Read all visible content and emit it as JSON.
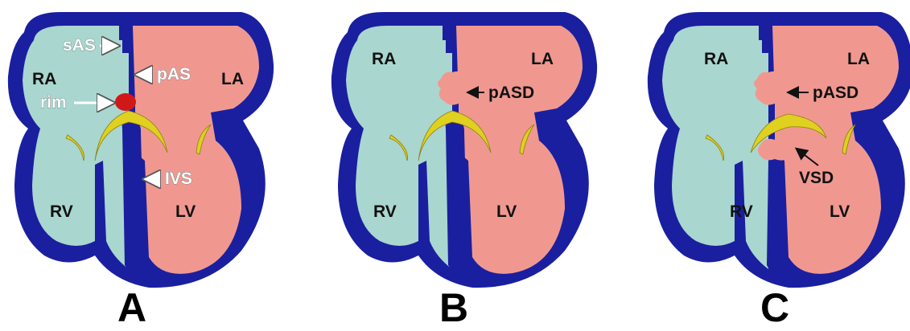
{
  "colors": {
    "myocardium": "#1a1fa0",
    "right_heart": "#a9d6cf",
    "left_heart": "#f09890",
    "valve": "#e0d020",
    "rim": "#d01818"
  },
  "panels": [
    {
      "letter": "A",
      "labels": {
        "ra": "RA",
        "la": "LA",
        "rv": "RV",
        "lv": "LV",
        "sas": "sAS",
        "pas": "pAS",
        "rim": "rim",
        "ivs": "IVS"
      }
    },
    {
      "letter": "B",
      "labels": {
        "ra": "RA",
        "la": "LA",
        "rv": "RV",
        "lv": "LV",
        "pasd": "pASD"
      }
    },
    {
      "letter": "C",
      "labels": {
        "ra": "RA",
        "la": "LA",
        "rv": "RV",
        "lv": "LV",
        "pasd": "pASD",
        "vsd": "VSD"
      }
    }
  ]
}
